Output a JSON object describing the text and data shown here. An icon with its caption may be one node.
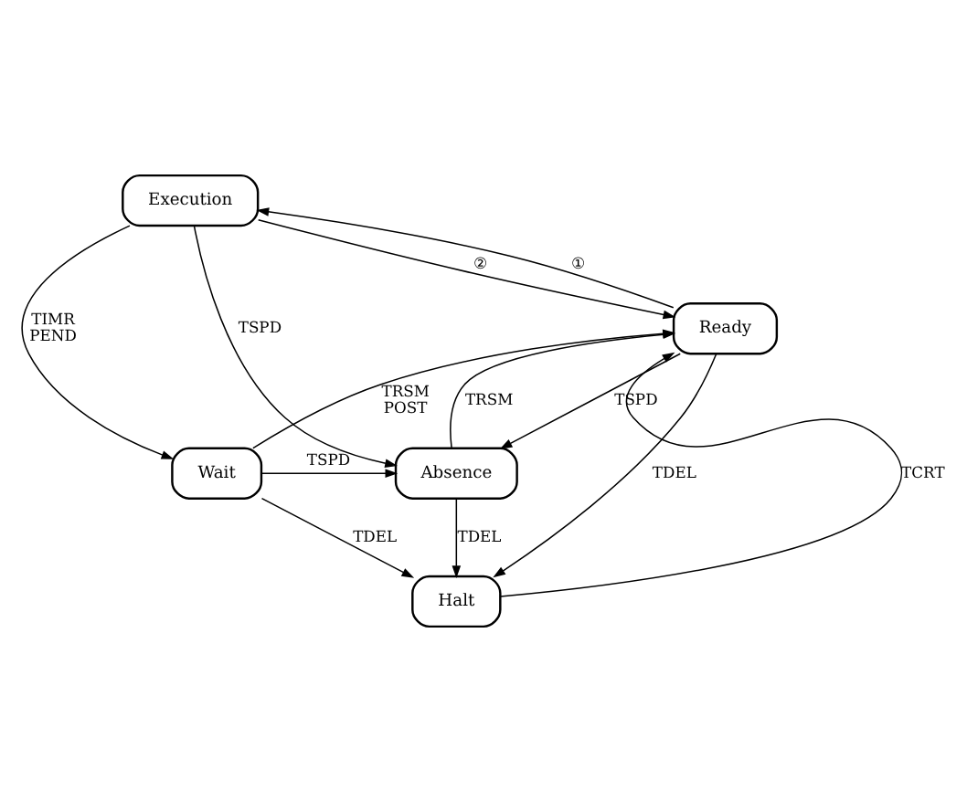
{
  "diagram": {
    "nodes": [
      {
        "text": [
          "Execution"
        ]
      },
      {
        "text": [
          "Ready"
        ]
      },
      {
        "text": [
          "Wait"
        ]
      },
      {
        "text": [
          "Absence"
        ]
      },
      {
        "text": [
          "Halt"
        ]
      }
    ],
    "edges": [
      {
        "from": 1,
        "to": 0,
        "arrow": "to",
        "label": "①"
      },
      {
        "from": 0,
        "to": 1,
        "arrow": "to",
        "label": "②"
      },
      {
        "from": 0,
        "to": 2,
        "arrow": "to",
        "label": "TIMR PEND"
      },
      {
        "from": 0,
        "to": 3,
        "arrow": "to",
        "label": "TSPD"
      },
      {
        "from": 1,
        "to": 3,
        "arrow": "to",
        "label": "TSPD"
      },
      {
        "from": 3,
        "to": 1,
        "arrow": "to",
        "label": "TRSM"
      },
      {
        "from": 2,
        "to": 1,
        "arrow": "to",
        "label": "TRSM POST"
      },
      {
        "from": 2,
        "to": 3,
        "arrow": "to",
        "label": "TSPD"
      },
      {
        "from": 2,
        "to": 4,
        "arrow": "to",
        "label": "TDEL"
      },
      {
        "from": 4,
        "to": 1,
        "arrow": "to",
        "label": "TCRT"
      },
      {
        "from": 1,
        "to": 4,
        "arrow": "to",
        "label": "TDEL"
      },
      {
        "from": 3,
        "to": 4,
        "arrow": "to",
        "label": "TDEL"
      }
    ]
  }
}
